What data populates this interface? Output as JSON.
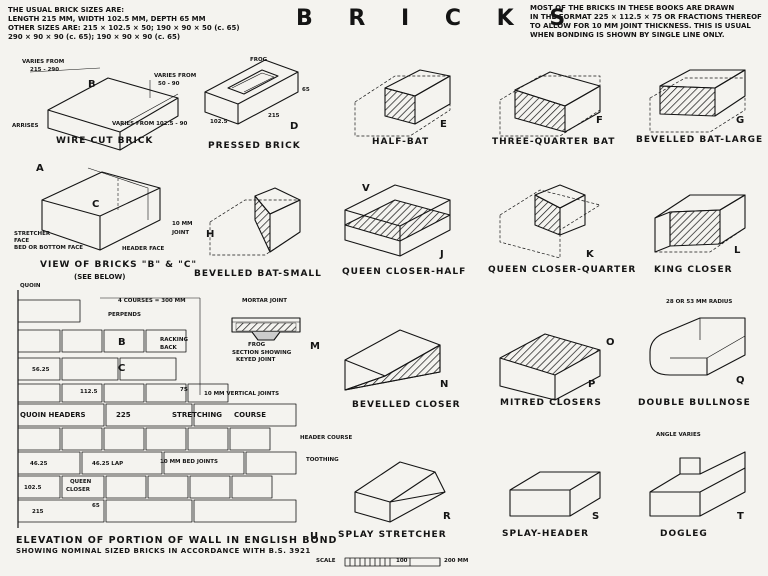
{
  "title": "B R I C K S",
  "left_note": {
    "lines": [
      "THE USUAL BRICK SIZES ARE:",
      "LENGTH 215 MM, WIDTH 102.5 MM, DEPTH 65 MM",
      "OTHER SIZES ARE: 215 × 102.5 × 50; 190 × 90 × 50 (c. 65)",
      "290 × 90 × 90 (c. 65); 190 × 90 × 90 (c. 65)"
    ]
  },
  "right_note": {
    "lines": [
      "MOST OF THE BRICKS IN THESE BOOKS ARE DRAWN",
      "IN THE FORMAT 225 × 112.5 × 75 OR FRACTIONS THEREOF",
      "TO ALLOW FOR 10 MM JOINT THICKNESS. THIS IS USUAL",
      "WHEN BONDING IS SHOWN BY SINGLE LINE ONLY."
    ]
  },
  "wirecut": {
    "caption": "WIRE CUT BRICK",
    "letter_a": "A",
    "letter_b": "B",
    "varies_left": "VARIES FROM",
    "varies_left2": "215 - 290",
    "varies_right": "VARIES FROM",
    "varies_right2": "50 - 90",
    "arrises": "ARRISES",
    "varies_bottom": "VARIES FROM 102.5 - 90"
  },
  "pressed": {
    "caption": "PRESSED BRICK",
    "letter": "D",
    "frog": "FROG",
    "dim_215": "215",
    "dim_1025": "102.5",
    "dim_65": "65"
  },
  "view_bc": {
    "caption": "VIEW OF BRICKS \"B\" & \"C\"",
    "subcaption": "(SEE BELOW)",
    "letter": "C",
    "stretcher_face": "STRETCHER",
    "stretcher_face2": "FACE",
    "bed_face": "BED OR BOTTOM FACE",
    "header_face": "HEADER FACE",
    "joint": "10 MM",
    "joint2": "JOINT"
  },
  "bricks": [
    {
      "key": "half-bat",
      "caption": "HALF-BAT",
      "letter": "E"
    },
    {
      "key": "three-quarter-bat",
      "caption": "THREE-QUARTER BAT",
      "letter": "F"
    },
    {
      "key": "bevelled-bat-large",
      "caption": "BEVELLED BAT-LARGE",
      "letter": "G"
    },
    {
      "key": "bevelled-bat-small",
      "caption": "BEVELLED BAT-SMALL",
      "letter": "H"
    },
    {
      "key": "queen-closer-half",
      "caption": "QUEEN CLOSER-HALF",
      "letter": "J"
    },
    {
      "key": "queen-closer-quarter",
      "caption": "QUEEN CLOSER-QUARTER",
      "letter": "K"
    },
    {
      "key": "king-closer",
      "caption": "KING CLOSER",
      "letter": "L"
    },
    {
      "key": "bevelled-closer",
      "caption": "BEVELLED CLOSER",
      "letter": "N"
    },
    {
      "key": "mitred-closers",
      "caption": "MITRED CLOSERS",
      "letter": "P"
    },
    {
      "key": "double-bullnose",
      "caption": "DOUBLE BULLNOSE",
      "letter": "Q"
    },
    {
      "key": "splay-stretcher",
      "caption": "SPLAY STRETCHER",
      "letter": "R"
    },
    {
      "key": "splay-header",
      "caption": "SPLAY-HEADER",
      "letter": "S"
    },
    {
      "key": "dogleg",
      "caption": "DOGLEG",
      "letter": "T"
    }
  ],
  "extra_letters": {
    "v": "V",
    "o": "O"
  },
  "mortar": {
    "label": "MORTAR JOINT",
    "letter": "M",
    "frog": "FROG",
    "section1": "SECTION SHOWING",
    "section2": "KEYED JOINT"
  },
  "bullnose_radius": "28 OR 53 MM RADIUS",
  "dogleg_angle": "ANGLE VARIES",
  "wall": {
    "caption": "ELEVATION OF PORTION OF WALL IN ENGLISH BOND",
    "subcaption": "SHOWING NOMINAL SIZED BRICKS IN ACCORDANCE WITH B.S. 3921",
    "letter": "U",
    "quoin": "QUOIN",
    "four_courses": "4 COURSES = 300 MM",
    "perpends": "PERPENDS",
    "racking1": "RACKING",
    "racking2": "BACK",
    "brick_b": "B",
    "brick_c": "C",
    "dim_5625": "56.25",
    "dim_1125": "112.5",
    "dim_75": "75",
    "vertical_joints": "10 MM VERTICAL JOINTS",
    "quoin_headers": "QUOIN HEADERS",
    "dim_225": "225",
    "stretching": "STRETCHING",
    "course": "COURSE",
    "header_course": "HEADER COURSE",
    "toothing": "TOOTHING",
    "dim_4625": "46.25",
    "lap": "46.25 LAP",
    "bed_joints": "10 MM BED JOINTS",
    "queen1": "QUEEN",
    "queen2": "CLOSER",
    "dim_1025": "102.5",
    "dim_215": "215",
    "dim_65": "65"
  },
  "scale": {
    "label": "SCALE",
    "mid": "100",
    "end": "200 MM"
  },
  "colors": {
    "ink": "#141414",
    "paper": "#f4f3ef"
  }
}
